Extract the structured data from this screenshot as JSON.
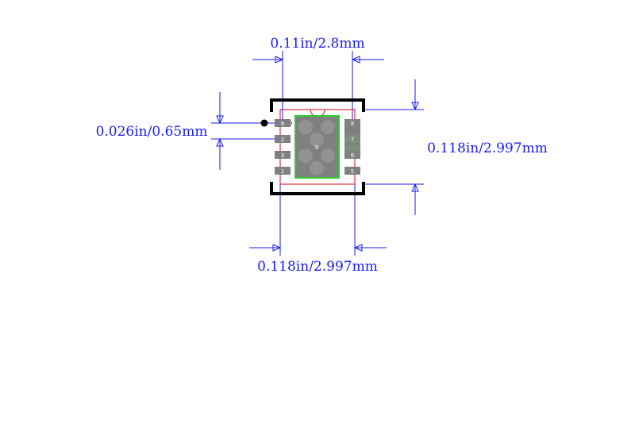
{
  "dimensions": {
    "top_width": "0.11in/2.8mm",
    "pitch": "0.026in/0.65mm",
    "right_height": "0.118in/2.997mm",
    "bottom_width": "0.118in/2.997mm"
  },
  "pads": {
    "left": [
      "8",
      "2",
      "3",
      "1"
    ],
    "right": [
      "8",
      "7",
      "6",
      "5"
    ],
    "center": "9"
  },
  "colors": {
    "dimension_line": "#1a1aff",
    "outline": "#000000",
    "courtyard": "#e0001a",
    "pad": "#808080",
    "thermal_pad_border": "#33cc33",
    "pad_text": "#ffffff"
  }
}
